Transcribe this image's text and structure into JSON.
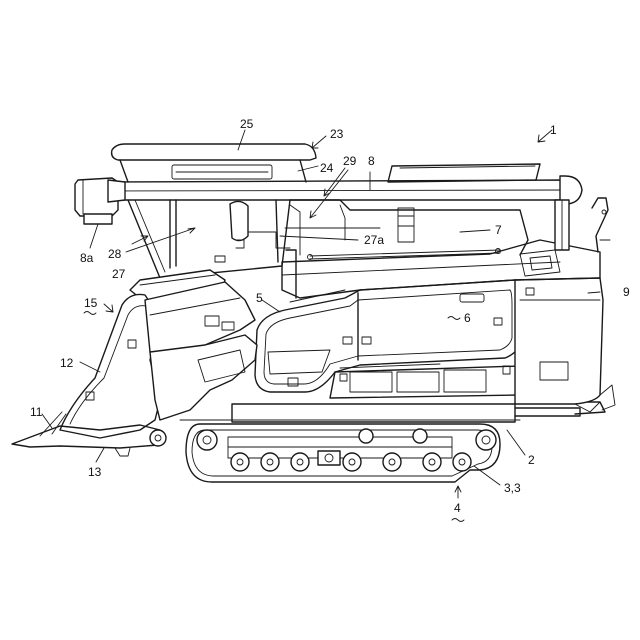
{
  "labels": {
    "l1": "1",
    "l2": "2",
    "l33": "3,3",
    "l4": "4",
    "l5": "5",
    "l6": "6",
    "l7": "7",
    "l8": "8",
    "l8a": "8a",
    "l9": "9",
    "l11": "11",
    "l12": "12",
    "l13": "13",
    "l15": "15",
    "l23": "23",
    "l24": "24",
    "l25": "25",
    "l27": "27",
    "l27a": "27a",
    "l28": "28",
    "l29": "29"
  }
}
